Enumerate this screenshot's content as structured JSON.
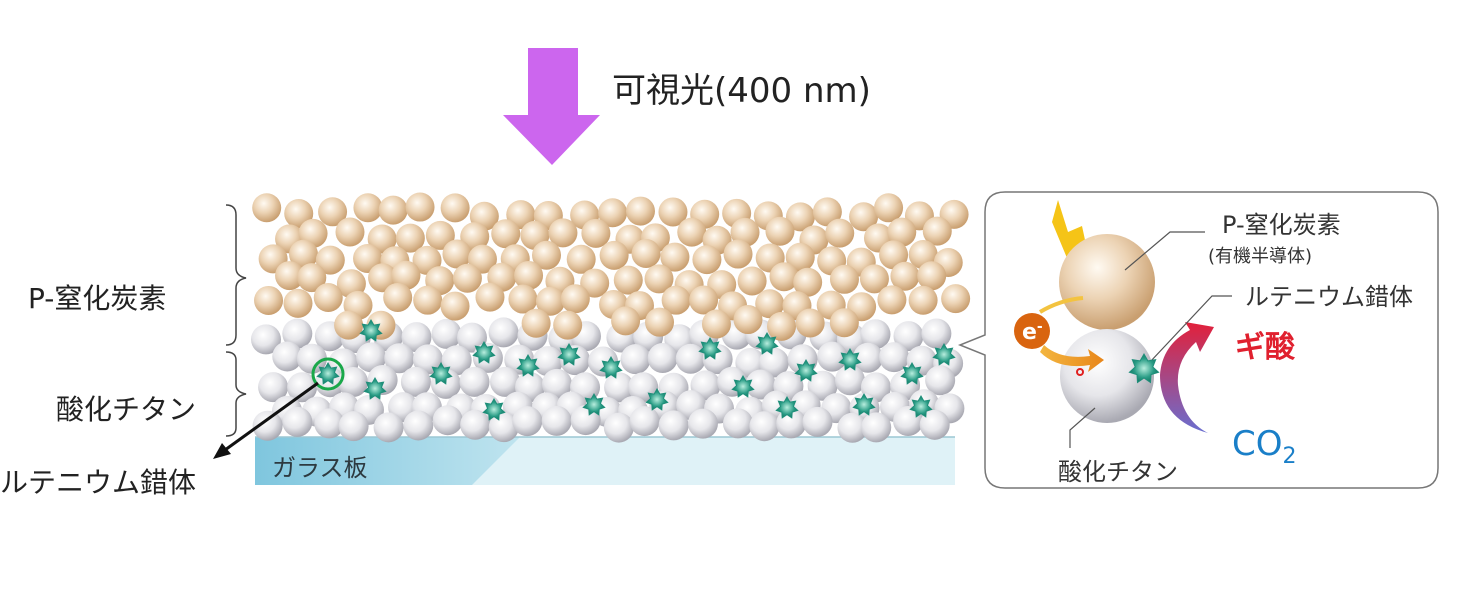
{
  "light_label": "可視光(400 nm)",
  "layers": {
    "carbon_nitride": "P-窒化炭素",
    "titania": "酸化チタン",
    "ruthenium_complex": "ルテニウム錯体",
    "glass": "ガラス板"
  },
  "callout": {
    "carbon_nitride": "P-窒化炭素",
    "carbon_nitride_note": "(有機半導体)",
    "ruthenium_complex": "ルテニウム錯体",
    "electron": "e",
    "electron_sup": "-",
    "product": "ギ酸",
    "reactant": "CO",
    "reactant_sub": "2",
    "titania": "酸化チタン"
  },
  "colors": {
    "light_arrow": "#cc66ee",
    "carbon_nitride_sphere": "#e2c29a",
    "titania_sphere": "#d8d8de",
    "ruthenium_star": "#1f8f7a",
    "glass": "#8fcfe3",
    "highlight_ring": "#1aa84a",
    "electron": "#d9640f",
    "product_text": "#e0202e",
    "reactant_text": "#1a7fc8",
    "lightning": "#f5c417"
  }
}
